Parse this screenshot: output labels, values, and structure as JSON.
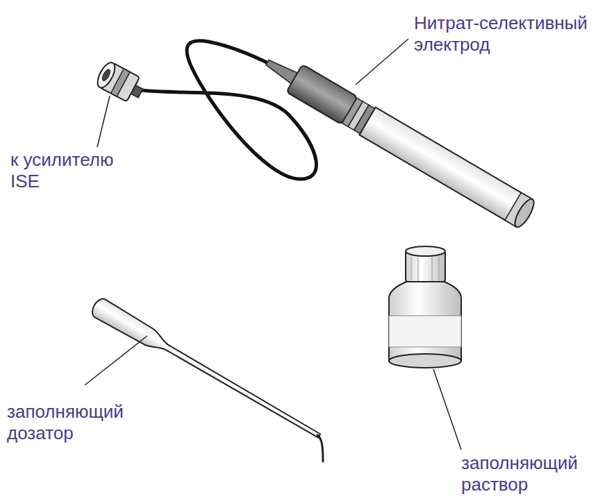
{
  "diagram": {
    "labels": [
      "Нитрат-селективный электрод",
      "к усилителю ISE",
      "заполняющий дозатор",
      "заполняющий раствор"
    ]
  }
}
